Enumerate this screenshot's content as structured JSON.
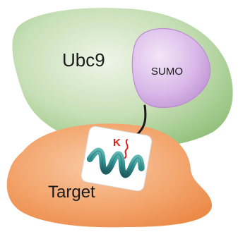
{
  "diagram": {
    "labels": {
      "ubc9": "Ubc9",
      "sumo": "SUMO",
      "target": "Target",
      "lysine": "K"
    },
    "colors": {
      "ubc9_light": "#dcebd2",
      "ubc9_dark": "#8fbf78",
      "sumo_light": "#ecd9f3",
      "sumo_dark": "#b98cd0",
      "target_light": "#f8c6a0",
      "target_dark": "#ee8a48",
      "helix": "#2f8f8f",
      "helix_dark": "#1f5f63",
      "lysine": "#e0201a",
      "linker": "#1a1a1a"
    }
  }
}
